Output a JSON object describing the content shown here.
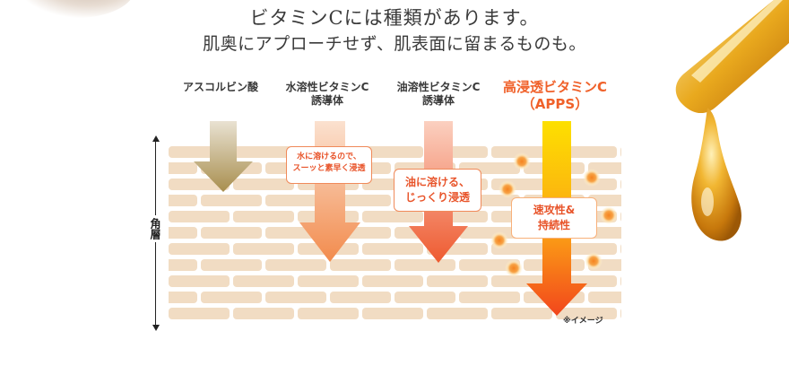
{
  "title": {
    "line1": "ビタミンCには種類があります。",
    "line2": "肌奥にアプローチせず、肌表面に留まるものも。"
  },
  "columns": [
    {
      "label": "アスコルビン酸"
    },
    {
      "label": "水溶性ビタミンC\n誘導体"
    },
    {
      "label": "油溶性ビタミンC\n誘導体"
    },
    {
      "label": "高浸透ビタミンC\n（APPS）"
    }
  ],
  "axis": {
    "label": "角層"
  },
  "callouts": {
    "water": "水に溶けるので、\nスーッと素早く浸透",
    "oil": "油に溶ける、\nじっくり浸透",
    "apps": "速攻性&\n持続性"
  },
  "note": "※イメージ",
  "colors": {
    "brick": "#f1dcc3",
    "accent": "#f0612a",
    "arrow_ascorbic": "#b29a5a",
    "arrow_water": "#f4a068",
    "arrow_oil": "#f07040",
    "arrow_apps": "#f9b40a"
  },
  "icons": {
    "top_left": "cream-blob",
    "top_right": "oil-dropper-droplet"
  }
}
